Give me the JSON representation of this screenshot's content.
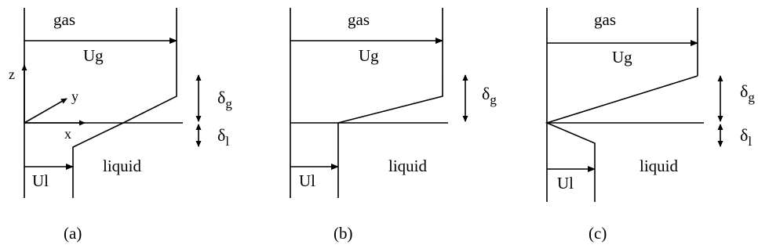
{
  "labels": {
    "gas": "gas",
    "liquid": "liquid",
    "gas_velocity": "Ug",
    "liquid_velocity": "Ul",
    "delta": "δ",
    "delta_gas_sub": "g",
    "delta_liquid_sub": "l",
    "axis_z": "z",
    "axis_y": "y",
    "axis_x": "x"
  },
  "panels": [
    {
      "caption": "(a)"
    },
    {
      "caption": "(b)"
    },
    {
      "caption": "(c)"
    }
  ]
}
